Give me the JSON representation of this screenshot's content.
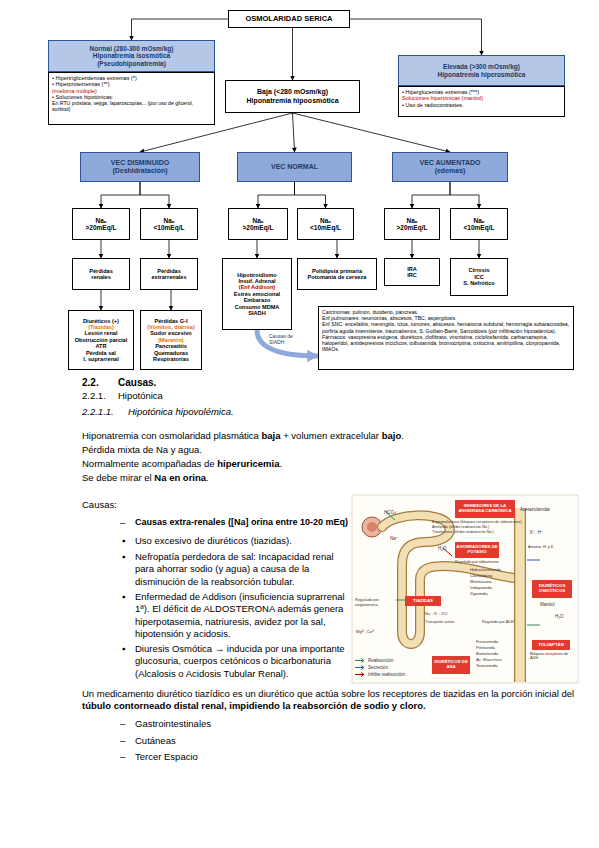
{
  "diagram": {
    "nodes": [
      {
        "text": [
          "OSMOLARIDAD SERICA"
        ]
      },
      {
        "text": [
          "Normal (280-300 mOsm/kg)",
          "Hiponatremia isosmótica",
          "(Pseudohiponatremia)"
        ]
      },
      {
        "text": [
          "• Hipertrigliceridemias extremas (*)",
          "• Hiperproteinemias (**)",
          "(mieloma múltiple)",
          "• Soluciones hipotónicas:",
          "En RTU próstata, vejiga, laparoscopias... (por uso de glicerol, sorbitol)"
        ]
      },
      {
        "text": [
          "Baja (<280 mOsm/kg)",
          "Hiponatremia hipoosmótica"
        ]
      },
      {
        "text": [
          "Elevada (>300 mOsm/kg)",
          "Hiponatremia hiperosmótica"
        ]
      },
      {
        "text": [
          "• Hiperglucemias extremas (***)",
          "Soluciones hipertónicas (manitol)",
          "• Uso de radiocontrastes."
        ]
      },
      {
        "text": [
          "VEC DISMINUIDO",
          "(Deshidratación)"
        ]
      },
      {
        "text": [
          "VEC NORMAL"
        ]
      },
      {
        "text": [
          "VEC AUMENTADO",
          "(edemas)"
        ]
      },
      {
        "text": [
          "Naₒ",
          ">20mEq/L"
        ]
      },
      {
        "text": [
          "Naₒ",
          "<10mEq/L"
        ]
      },
      {
        "text": [
          "Naₒ",
          ">20mEq/L"
        ]
      },
      {
        "text": [
          "Naₒ",
          "<10mEq/L"
        ]
      },
      {
        "text": [
          "Naₒ",
          ">20mEq/L"
        ]
      },
      {
        "text": [
          "Naₒ",
          "<10mEq/L"
        ]
      },
      {
        "text": [
          "Pérdidas",
          "renales"
        ]
      },
      {
        "text": [
          "Pérdidas",
          "extrarrenales"
        ]
      },
      {
        "text": [
          "Hipotiroidismo",
          "Insuf. Adrenal",
          "(Enf Addison)",
          "Estrés emocional",
          "Embarazo",
          "Consumo MDMA",
          "SIADH"
        ]
      },
      {
        "text": [
          "Polidipsia primaria",
          "Potomanía de cerveza"
        ]
      },
      {
        "text": [
          "IRA",
          "IRC"
        ]
      },
      {
        "text": [
          "Cirrosis",
          "ICC",
          "S. Nefrótico"
        ]
      },
      {
        "text": [
          "Diuréticos (+)",
          "(Tiazidas)",
          "Lesión renal",
          "Obstrucción parcial",
          "ATR",
          "Pérdida sal",
          "I. suprarrenal"
        ]
      },
      {
        "text": [
          "Pérdidas G-I",
          "(Vómitos, diarrea)",
          "Sudor excesivo",
          "(Maratón)",
          "Pancreatitis",
          "Quemaduras",
          "Respiratorias"
        ]
      },
      {
        "text": [
          "Carcinomas: pulmón, duodeno, páncreas.",
          "Enf pulmonares: neumonías, abscesos, TBC, aspergilosis.",
          "Enf SNC: encefalitis, meningitis, ictus, tumores, abscesos, hematoma subdural, hemorragia subaracnoidea, porfiria aguda intermitente, traumatismos, S. Guillain-Barré, Sarcoidosis (por infiltración hipotalámica).",
          "Fármacos: vasopresina exógena, diuréticos, clofibrato, vincristina, ciclofosfamida, carbamazepina, haloperidol, antidepresivos tricíclicos, tolbutamida, bromocriptina, oxitocina, amitriptilina, clorpropamida, IMAOs."
        ]
      },
      {
        "text": [
          "INHIBIDORES DE LA ANHIDRASA CARBÓNICA"
        ]
      },
      {
        "text": [
          "AHORRADORES DE POTASIO"
        ]
      },
      {
        "text": [
          "DIURÉTICOS OSMÓTICOS"
        ]
      },
      {
        "text": [
          "TIAZIDAS"
        ]
      },
      {
        "text": [
          "TOLVAPTÁN"
        ]
      },
      {
        "text": [
          "DIURÉTICOS DE ASA"
        ]
      }
    ],
    "edges": [
      {
        "from": 0,
        "to": 1,
        "arrow": "to"
      },
      {
        "from": 0,
        "to": 3,
        "arrow": "to"
      },
      {
        "from": 0,
        "to": 4,
        "arrow": "to"
      },
      {
        "from": 3,
        "to": 6,
        "arrow": "to"
      },
      {
        "from": 3,
        "to": 7,
        "arrow": "to"
      },
      {
        "from": 3,
        "to": 8,
        "arrow": "to"
      },
      {
        "from": 6,
        "to": 9,
        "arrow": "to"
      },
      {
        "from": 6,
        "to": 10,
        "arrow": "to"
      },
      {
        "from": 7,
        "to": 11,
        "arrow": "to"
      },
      {
        "from": 7,
        "to": 12,
        "arrow": "to"
      },
      {
        "from": 8,
        "to": 13,
        "arrow": "to"
      },
      {
        "from": 8,
        "to": 14,
        "arrow": "to"
      },
      {
        "from": 9,
        "to": 15,
        "arrow": "to"
      },
      {
        "from": 10,
        "to": 16,
        "arrow": "to"
      },
      {
        "from": 11,
        "to": 17,
        "arrow": "to"
      },
      {
        "from": 12,
        "to": 18,
        "arrow": "to"
      },
      {
        "from": 13,
        "to": 19,
        "arrow": "to"
      },
      {
        "from": 14,
        "to": 20,
        "arrow": "to"
      },
      {
        "from": 15,
        "to": 21,
        "arrow": "to"
      },
      {
        "from": 16,
        "to": 22,
        "arrow": "to"
      },
      {
        "from": 17,
        "to": 23,
        "label": "Causas de SIADH",
        "arrow": "to"
      }
    ],
    "labels": [
      "2.2.",
      "Causas.",
      "2.2.1.",
      "Hipotónica",
      "2.2.1.1.",
      "Hipotónica hipovolémica.",
      "Hiponatremia con osmolaridad plasmática ",
      "baja",
      " + volumen extracelular ",
      "bajo",
      ".",
      "Pérdida mixta de Na y agua.",
      "Normalmente acompañadas de ",
      "hiperuricemia",
      ".",
      "Se debe mirar el ",
      "Na en orina",
      ".",
      "Causas:",
      "–",
      "Causas extra-renales ([Na] orina entre 10-20 mEq)",
      "▪",
      "Uso excesivo de diuréticos (tiazidas).",
      "▪",
      "Nefropatía perdedora de sal: Incapacidad renal para ahorrar sodio (y agua) a causa de la disminución de la reabsorción tubular.",
      "▪",
      "Enfermedad de Addison (insuficiencia suprarrenal 1ª). El déficit de ALDOSTERONA además genera hiperpotasemia, natriuresis, avidez por la sal, hipotensión y acidosis.",
      "▪",
      "Diuresis Osmótica → inducida por una importante glucosuria, cuerpos cetónicos o bicarbonaturia (Alcalosis o Acidosis Tubular Renal).",
      "Un medicamento diurético tiazídico es un diurético que actúa sobre los receptores de tiazidas en la porción inicial del ",
      "túbulo contorneado distal renal, impidiendo la reabsorción de sodio y cloro.",
      "–",
      "Gastrointestinales",
      "–",
      "Cutáneas",
      "–",
      "Tercer Espacio",
      "Acetazolamida",
      "Espironolactona (bloquea receptores de aldosterona)",
      "Amilorida (inhibe reabsorción Na⁺)",
      "Triamtereno (inhibe reabsorción Na⁺)",
      "HCO₃⁻",
      "Na⁺",
      "H₂O",
      "K⁺, H⁺",
      "Regulado por aldosterona",
      "Hidroclorotiazida",
      "Clortalidona",
      "Metolazona",
      "Indapamida",
      "Xipamida",
      "Manitol",
      "Amonio, H⁺ y K⁺",
      "Regulado por angiotensina",
      "Na⁺ - K⁺ - 2Cl⁻",
      "Transporte activo",
      "Regulado por ADH",
      "Bloquea receptores de ADH",
      "Furosemida",
      "Piretanida",
      "Bumetanida",
      "Ac. Etacrínico",
      "Torasemida",
      "Mg²⁺, Ca²⁺",
      "H₂O"
    ],
    "legend": [
      {
        "text": "Reabsorción"
      },
      {
        "text": "Secreción"
      },
      {
        "text": "Inhibe reabsorción"
      }
    ]
  }
}
